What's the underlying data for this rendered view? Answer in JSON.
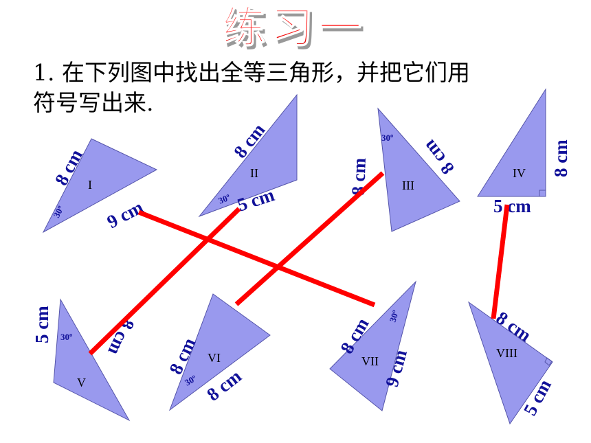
{
  "title": "练习一",
  "question": {
    "line1": "1. 在下列图中找出全等三角形，并把它们用",
    "line2": "符号写出来."
  },
  "colors": {
    "triangle_fill": "#9999ee",
    "label_text": "#111199",
    "match_line": "#ff0000",
    "title_fill": "#ff1a1a"
  },
  "triangles": [
    {
      "id": "I",
      "side_a": "8  cm",
      "side_b": "9  cm",
      "angle": "30º"
    },
    {
      "id": "II",
      "side_a": "8  cm",
      "side_b": "5  cm",
      "angle": "30º"
    },
    {
      "id": "III",
      "side_a": "8  cm",
      "side_b": "8  cm",
      "angle": "30º"
    },
    {
      "id": "IV",
      "side_a": "8  cm",
      "side_b": "5  cm"
    },
    {
      "id": "V",
      "side_a": "5  cm",
      "side_b": "8  cm",
      "angle": "30º"
    },
    {
      "id": "VI",
      "side_a": "8  cm",
      "side_b": "8  cm",
      "angle": "30º"
    },
    {
      "id": "VII",
      "side_a": "8  cm",
      "side_b": "9  cm",
      "angle": "30º"
    },
    {
      "id": "VIII",
      "side_a": "8  cm",
      "side_b": "5  cm"
    }
  ],
  "matches": [
    [
      "I",
      "VII"
    ],
    [
      "II",
      "V"
    ],
    [
      "III",
      "VI"
    ],
    [
      "IV",
      "VIII"
    ]
  ]
}
